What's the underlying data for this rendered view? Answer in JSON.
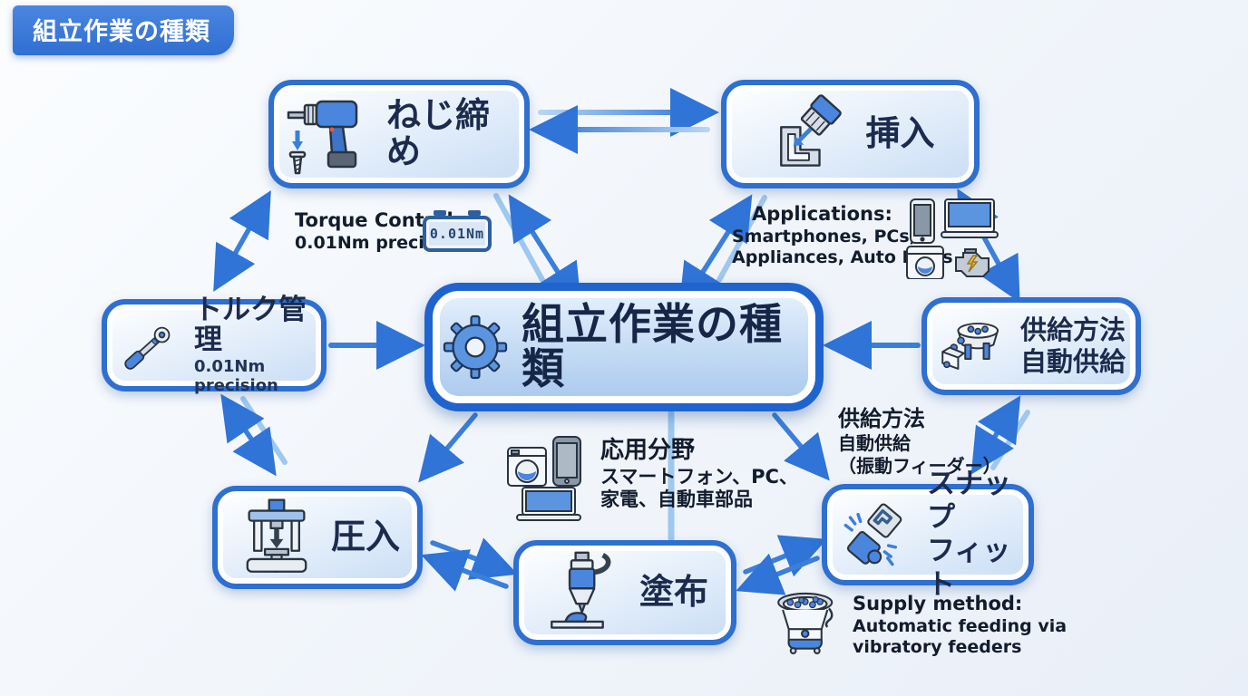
{
  "badge": {
    "label": "組立作業の種類"
  },
  "center": {
    "label": "組立作業の種類",
    "icon": "gear-icon"
  },
  "nodes": {
    "screw": {
      "label": "ねじ締め",
      "icon": "drill-icon"
    },
    "insert": {
      "label": "挿入",
      "icon": "connector-insert-icon"
    },
    "torque": {
      "label": "トルク管理",
      "sublabel": "0.01Nm precision",
      "icon": "torque-wrench-icon"
    },
    "supply": {
      "line1": "供給方法",
      "line2": "自動供給",
      "icon": "vibratory-feeder-icon"
    },
    "press": {
      "label": "圧入",
      "icon": "press-machine-icon"
    },
    "coat": {
      "label": "塗布",
      "icon": "dispenser-icon"
    },
    "snap": {
      "line1": "スナップ",
      "line2": "フィット",
      "icon": "snap-fit-icon"
    }
  },
  "annotations": {
    "torque_control": {
      "title": "Torque Control:",
      "line1": "0.01Nm precision",
      "meter_value": "0.01Nm",
      "icon": "torque-meter-icon"
    },
    "applications_en": {
      "title": "Applications:",
      "line1": "Smartphones, PCs,",
      "line2": "Appliances, Auto Parts",
      "icons": [
        "smartphone-icon",
        "laptop-icon",
        "washing-machine-icon",
        "engine-icon"
      ]
    },
    "applications_ja": {
      "title": "応用分野",
      "line1": "スマートフォン、PC、",
      "line2": "家電、自動車部品",
      "icons": [
        "washing-machine-icon",
        "smartphone-icon",
        "laptop-icon"
      ]
    },
    "supply_ja": {
      "title": "供給方法",
      "line1": "自動供給",
      "line2": "（振動フィーダー）"
    },
    "supply_en": {
      "title": "Supply method:",
      "line1": "Automatic feeding via",
      "line2": "vibratory feeders",
      "icon": "bowl-feeder-icon"
    }
  },
  "colors": {
    "accent_blue": "#2f74d6",
    "node_border": "#2e6fd0",
    "node_fill_light": "#e2edfa",
    "node_fill_dark": "#a9c9ee",
    "label_text": "#1c2b4d",
    "annotation_text": "#121c2c",
    "badge_bg": "#3579d8",
    "arrow": "#3b7fd9",
    "arrow_light": "#9ec8ef",
    "background": "#f2f6fb"
  }
}
